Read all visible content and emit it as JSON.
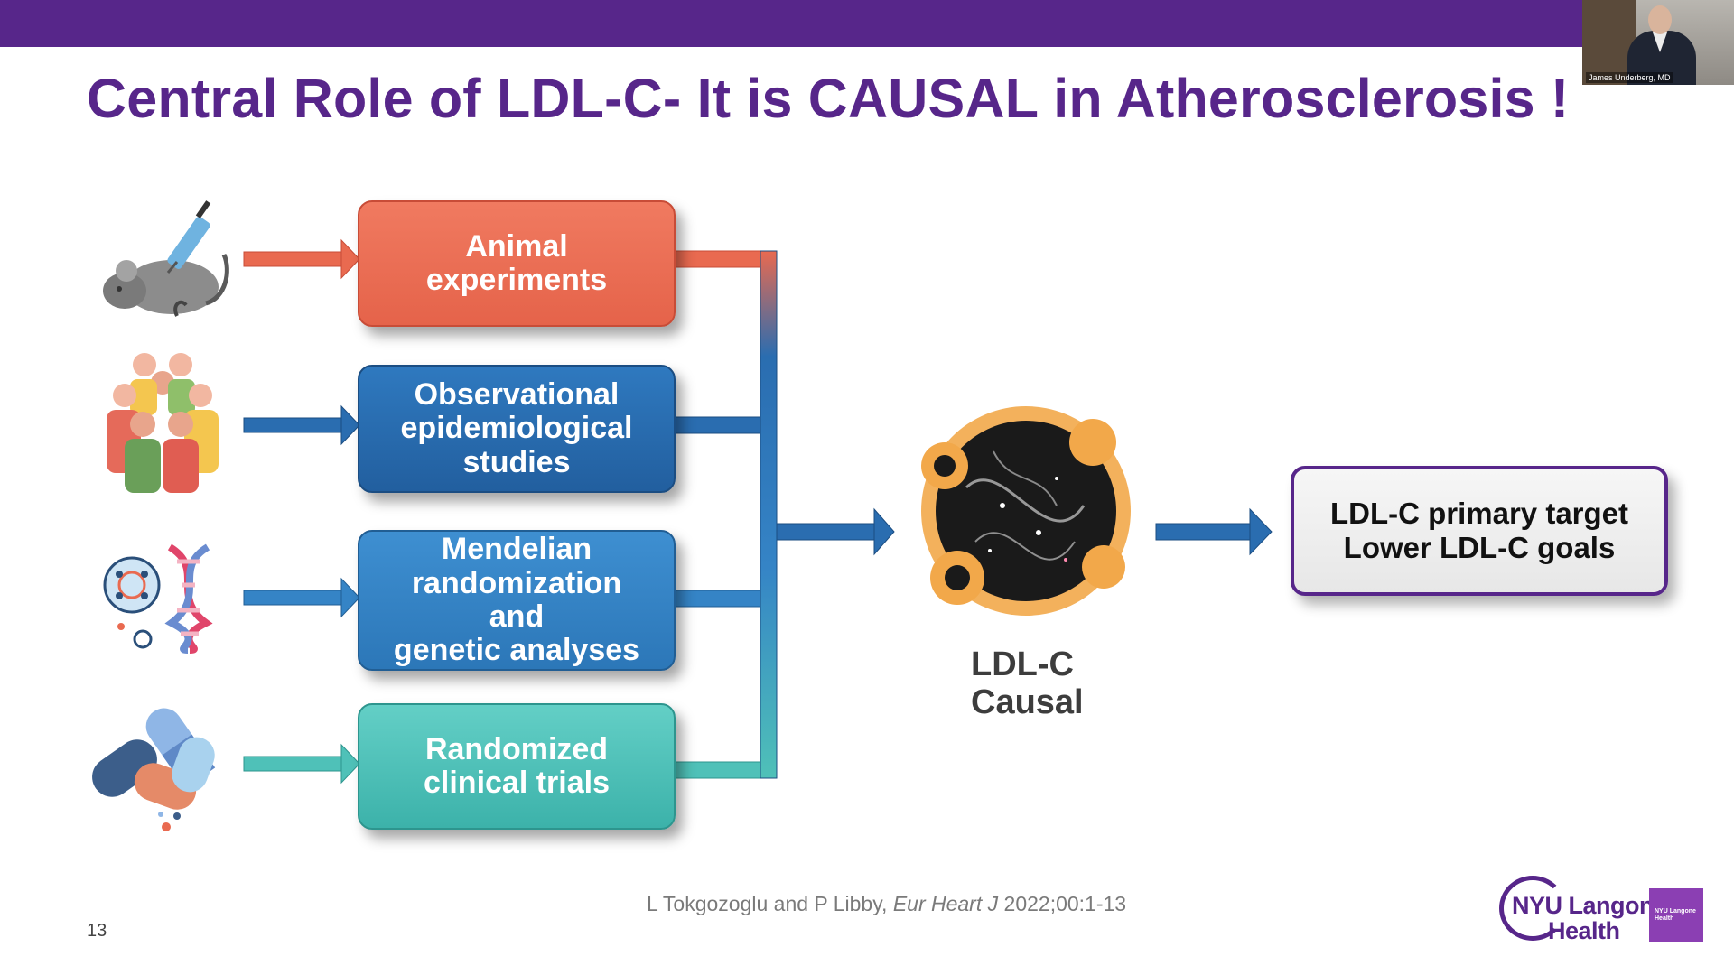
{
  "slide": {
    "title": "Central Role of LDL-C- It is CAUSAL in Atherosclerosis !",
    "number": "13"
  },
  "webcam": {
    "name_tag": "James Underberg, MD"
  },
  "evidence": [
    {
      "label": "Animal\nexperiments",
      "icon": "mouse-syringe-icon",
      "color": "#e96a50"
    },
    {
      "label": "Observational\nepidemiological\nstudies",
      "icon": "people-group-icon",
      "color": "#2a6db0"
    },
    {
      "label": "Mendelian\nrandomization\nand\ngenetic analyses",
      "icon": "dna-icon",
      "color": "#3584c6"
    },
    {
      "label": "Randomized\nclinical trials",
      "icon": "pills-icon",
      "color": "#4fc1b8"
    }
  ],
  "center": {
    "label": "LDL-C\nCausal",
    "icon": "ldl-particle-icon"
  },
  "result": {
    "label": "LDL-C primary target\nLower LDL-C goals",
    "border_color": "#57268a"
  },
  "citation": {
    "authors": "L Tokgozoglu and P Libby,",
    "journal": "Eur Heart J",
    "ref": "2022;00:1-13"
  },
  "logo": {
    "line1": "NYU Langone",
    "line2": "Health",
    "badge": "NYU Langone\nHealth"
  },
  "colors": {
    "brand_purple": "#57268a",
    "animal": "#e96a50",
    "observational": "#2a6db0",
    "mendelian": "#3584c6",
    "trials": "#4fc1b8",
    "arrow_blue": "#2a6db0"
  }
}
